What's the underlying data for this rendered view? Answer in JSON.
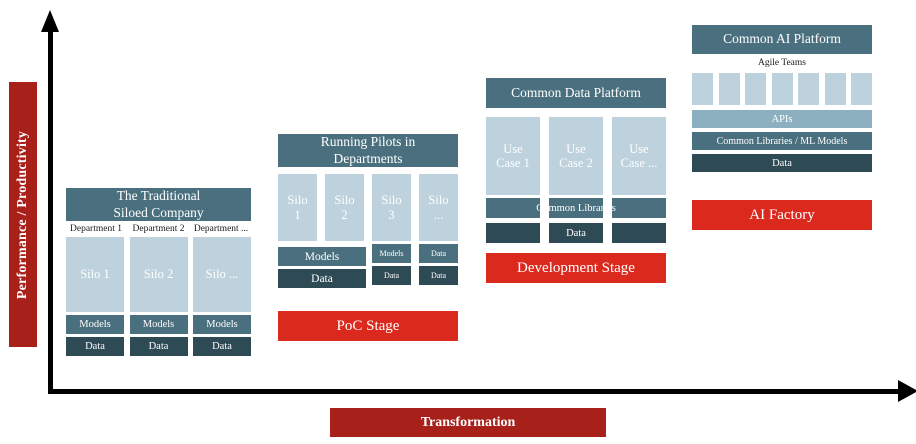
{
  "axes": {
    "y_label": "Performance / Productivity",
    "x_label": "Transformation",
    "y_arrow_icon": "arrow-up-icon",
    "x_arrow_icon": "arrow-right-icon"
  },
  "colors": {
    "axis_label_red": "#A8201A",
    "stage_badge_red": "#DC291E",
    "header_teal": "#4A707F",
    "silo_light_blue": "#BDD2DC",
    "data_dark_slate": "#2E4A55",
    "apis_steel_blue": "#8CB0C0",
    "gap_strip": "#E2ECF0"
  },
  "stages": [
    {
      "id": "traditional-siloed-company",
      "header": "The Traditional\nSiloed Company",
      "header_line1": "The Traditional",
      "header_line2": "Siloed Company",
      "badge": "",
      "column_labels": [
        "Department 1",
        "Department 2",
        "Department ..."
      ],
      "columns": [
        {
          "silo": "Silo 1",
          "bars": [
            "Models",
            "Data"
          ]
        },
        {
          "silo": "Silo 2",
          "bars": [
            "Models",
            "Data"
          ]
        },
        {
          "silo": "Silo ...",
          "bars": [
            "Models",
            "Data"
          ]
        }
      ]
    },
    {
      "id": "poc-stage",
      "header_line1": "Running Pilots in",
      "header_line2": "Departments",
      "badge": "PoC Stage",
      "columns": [
        {
          "silo_line1": "Silo",
          "silo_line2": "1"
        },
        {
          "silo_line1": "Silo",
          "silo_line2": "2"
        },
        {
          "silo_line1": "Silo",
          "silo_line2": "3"
        },
        {
          "silo_line1": "Silo",
          "silo_line2": "..."
        }
      ],
      "spanning_bars": {
        "models": "Models",
        "data": "Data"
      },
      "col3_bars": [
        "Models",
        "Data"
      ],
      "col4_bars": [
        "Data",
        "Data"
      ]
    },
    {
      "id": "development-stage",
      "header_line1": "Common Data Platform",
      "badge": "Development Stage",
      "columns": [
        {
          "line1": "Use",
          "line2": "Case 1"
        },
        {
          "line1": "Use",
          "line2": "Case 2"
        },
        {
          "line1": "Use",
          "line2": "Case ..."
        }
      ],
      "full_rows": [
        "Common Libraries",
        "Data"
      ]
    },
    {
      "id": "ai-factory",
      "header_line1": "Common AI Platform",
      "badge": "AI Factory",
      "teams_label": "Agile Teams",
      "team_count": 7,
      "full_rows": [
        "APIs",
        "Common Libraries / ML Models",
        "Data"
      ]
    }
  ]
}
